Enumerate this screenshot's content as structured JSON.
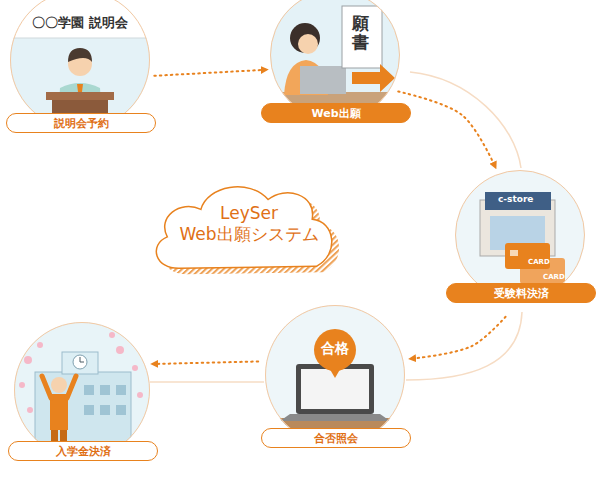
{
  "diagram": {
    "nodes": [
      {
        "text": [
          "説明会予約"
        ]
      },
      {
        "text": [
          "Web出願"
        ]
      },
      {
        "text": [
          "受験料決済"
        ]
      },
      {
        "text": [
          "合否照会"
        ]
      },
      {
        "text": [
          "入学金決済"
        ]
      },
      {
        "text": [
          "LeySer Web出願システム"
        ]
      }
    ],
    "edges": [
      {
        "from": 0,
        "to": 1,
        "arrow": "to"
      },
      {
        "from": 1,
        "to": 2,
        "arrow": "to"
      },
      {
        "from": 2,
        "to": 3,
        "arrow": "to"
      },
      {
        "from": 3,
        "to": 4,
        "arrow": "to"
      }
    ],
    "labels": [
      "〇〇学園 説明会",
      "願書",
      "c-store",
      "CARD",
      "CARD",
      "合格"
    ]
  }
}
